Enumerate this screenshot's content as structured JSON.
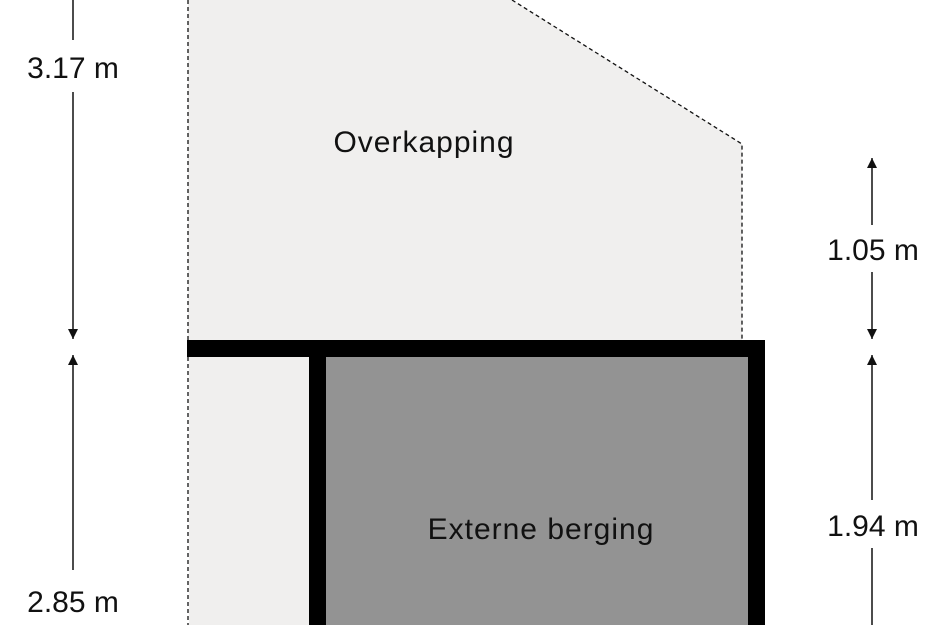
{
  "rooms": {
    "overkapping": {
      "label": "Overkapping"
    },
    "berging": {
      "label": "Externe berging"
    }
  },
  "dimensions": {
    "left_upper": "3.17 m",
    "left_lower": "2.85 m",
    "right_upper": "1.05 m",
    "right_lower": "1.94 m"
  },
  "colors": {
    "covered_fill": "#f0efee",
    "storage_fill": "#939393",
    "wall": "#000000",
    "line": "#111111"
  }
}
